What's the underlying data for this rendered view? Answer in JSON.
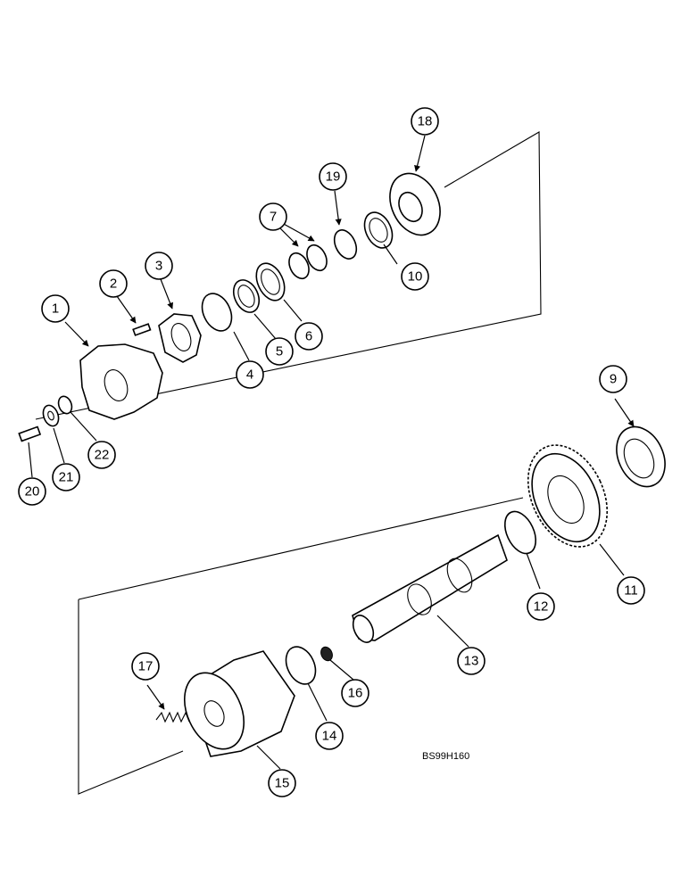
{
  "figure_code": "BS99H160",
  "callouts": [
    "1",
    "2",
    "3",
    "4",
    "5",
    "6",
    "7",
    "9",
    "10",
    "11",
    "12",
    "13",
    "14",
    "15",
    "16",
    "17",
    "18",
    "19",
    "20",
    "21",
    "22"
  ],
  "icons": {
    "arrow": "leader-arrow",
    "parts": [
      "yoke",
      "bolt",
      "seal-retainer",
      "o-ring",
      "ring",
      "bearing-cone",
      "shim",
      "bearing-cup",
      "snap-ring",
      "thrust-washer",
      "gear",
      "shaft",
      "carrier",
      "spring",
      "nut",
      "washer",
      "plate"
    ]
  }
}
